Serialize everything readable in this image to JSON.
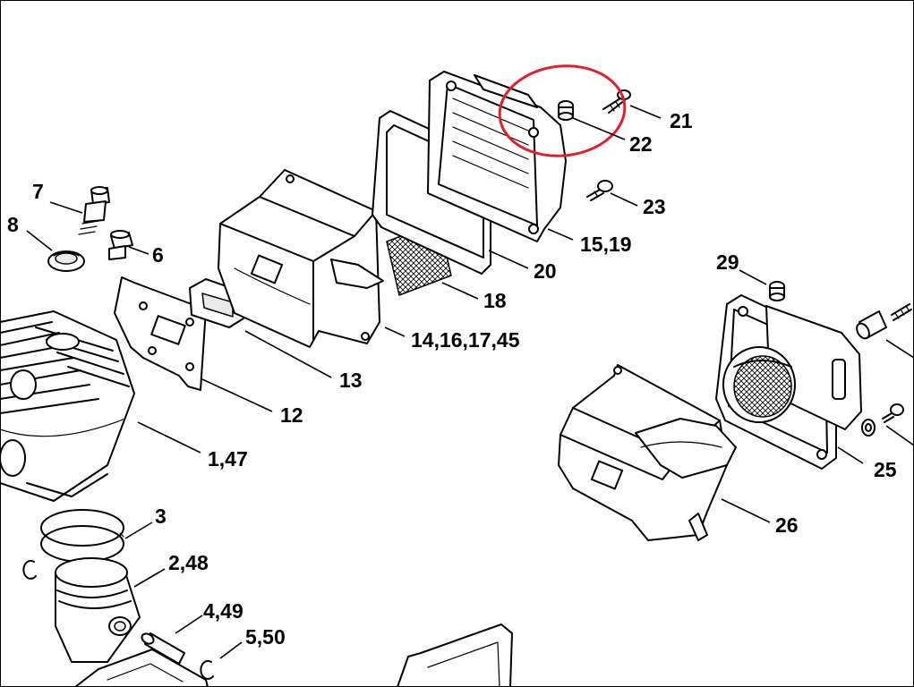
{
  "diagram": {
    "highlight_color": "#e0202a",
    "line_color": "#000000",
    "background": "#ffffff",
    "labels": [
      {
        "id": "p7",
        "text": "7"
      },
      {
        "id": "p8",
        "text": "8"
      },
      {
        "id": "p6",
        "text": "6"
      },
      {
        "id": "p21",
        "text": "21"
      },
      {
        "id": "p22",
        "text": "22"
      },
      {
        "id": "p23",
        "text": "23"
      },
      {
        "id": "p15",
        "text": "15,19"
      },
      {
        "id": "p20",
        "text": "20"
      },
      {
        "id": "p18",
        "text": "18"
      },
      {
        "id": "p14",
        "text": "14,16,17,45"
      },
      {
        "id": "p13",
        "text": "13"
      },
      {
        "id": "p12",
        "text": "12"
      },
      {
        "id": "p1",
        "text": "1,47"
      },
      {
        "id": "p29",
        "text": "29"
      },
      {
        "id": "p25",
        "text": "25"
      },
      {
        "id": "p26",
        "text": "26"
      },
      {
        "id": "p3",
        "text": "3"
      },
      {
        "id": "p2",
        "text": "2,48"
      },
      {
        "id": "p4",
        "text": "4,49"
      },
      {
        "id": "p5",
        "text": "5,50"
      }
    ]
  }
}
